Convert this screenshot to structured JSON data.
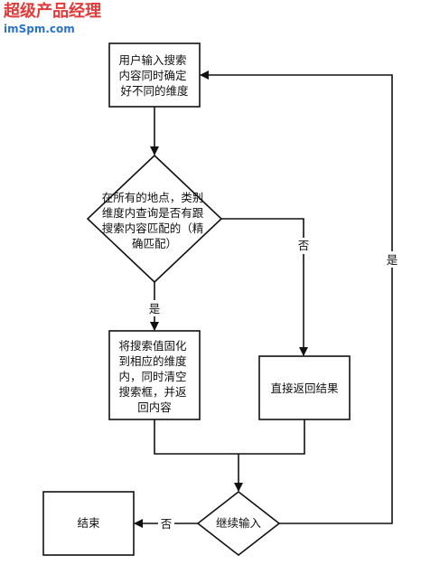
{
  "watermark": {
    "line1": "超级产品经理",
    "line2": "imSpm.com",
    "color_main": "#e23a3a",
    "color_sub": "#2a73c9"
  },
  "nodes": {
    "start": {
      "lines": [
        "用户输入搜索",
        "内容同时确定",
        "好不同的维度"
      ]
    },
    "decision1": {
      "lines": [
        "在所有的地点，类别",
        "维度内查询是否有跟",
        "搜索内容匹配的（精",
        "确匹配）"
      ]
    },
    "fix_dimension": {
      "lines": [
        "将搜索值固化",
        "到相应的维度",
        "内，同时清空",
        "搜索框，并返",
        "回内容"
      ]
    },
    "direct_return": {
      "lines": [
        "直接返回结果"
      ]
    },
    "decision2": {
      "lines": [
        "继续输入"
      ]
    },
    "end": {
      "lines": [
        "结束"
      ]
    }
  },
  "edges": {
    "d1_no": "否",
    "d1_yes": "是",
    "d2_yes": "是",
    "d2_no": "否"
  },
  "colors": {
    "stroke": "#111111",
    "background": "#ffffff"
  }
}
